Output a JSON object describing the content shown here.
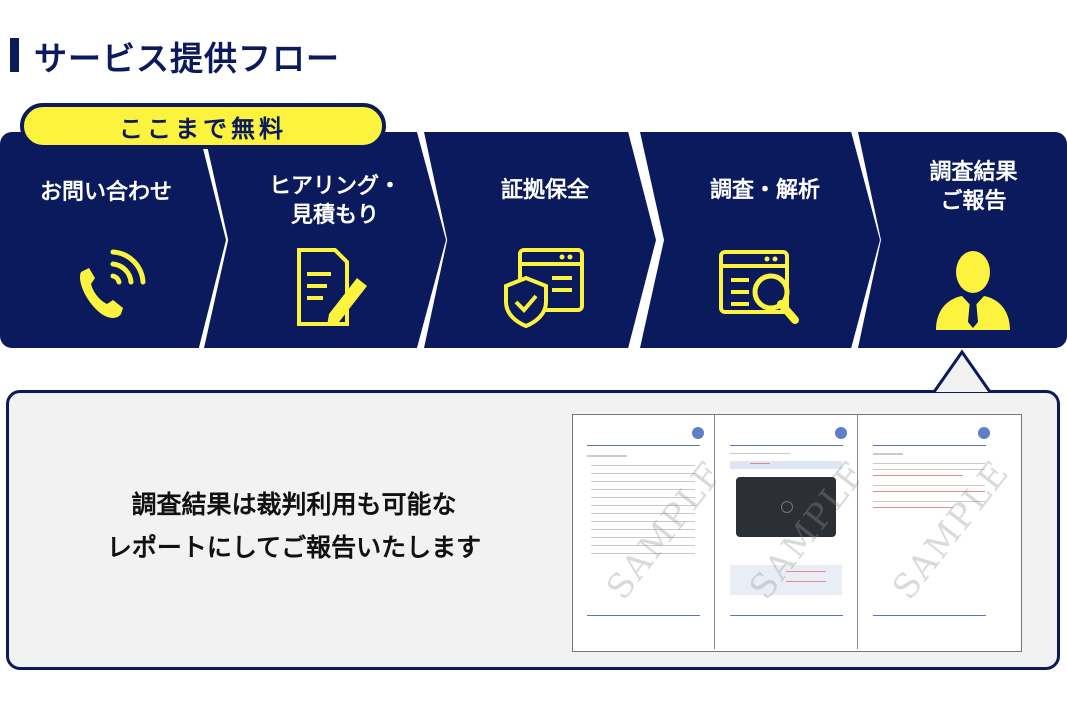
{
  "title": "サービス提供フロー",
  "badge": "ここまで無料",
  "steps": [
    {
      "label": "お問い合わせ",
      "icon": "phone-icon"
    },
    {
      "label": "ヒアリング・\n見積もり",
      "icon": "document-pen-icon"
    },
    {
      "label": "証拠保全",
      "icon": "shield-window-icon"
    },
    {
      "label": "調査・解析",
      "icon": "magnifier-window-icon"
    },
    {
      "label": "調査結果\nご報告",
      "icon": "person-icon"
    }
  ],
  "report_text": "調査結果は裁判利用も可能な\nレポートにしてご報告いたします",
  "report_pages": [
    {
      "watermark": "SAMPLE"
    },
    {
      "watermark": "SAMPLE"
    },
    {
      "watermark": "SAMPLE"
    }
  ],
  "colors": {
    "navy": "#0b1a5c",
    "yellow": "#fbf33d"
  }
}
